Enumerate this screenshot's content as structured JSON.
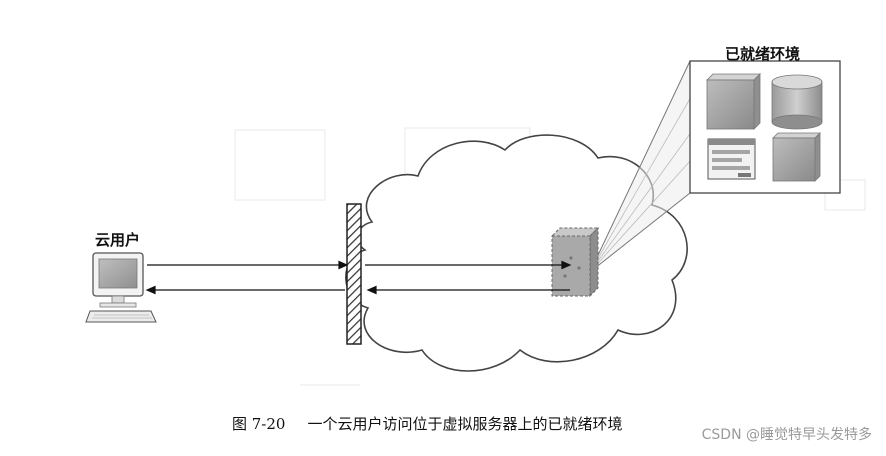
{
  "cloud_user_label": "云用户",
  "ready_environment_label": "已就绪环境",
  "caption": {
    "number": "图 7-20",
    "text": "一个云用户访问位于虚拟服务器上的已就绪环境"
  },
  "watermark": "CSDN @睡觉特早头发特多",
  "icons": [
    "computer-icon",
    "firewall-icon",
    "cloud-icon",
    "virtual-server-icon",
    "server-cube-icon",
    "database-cylinder-icon",
    "application-window-icon",
    "storage-cube-icon"
  ]
}
